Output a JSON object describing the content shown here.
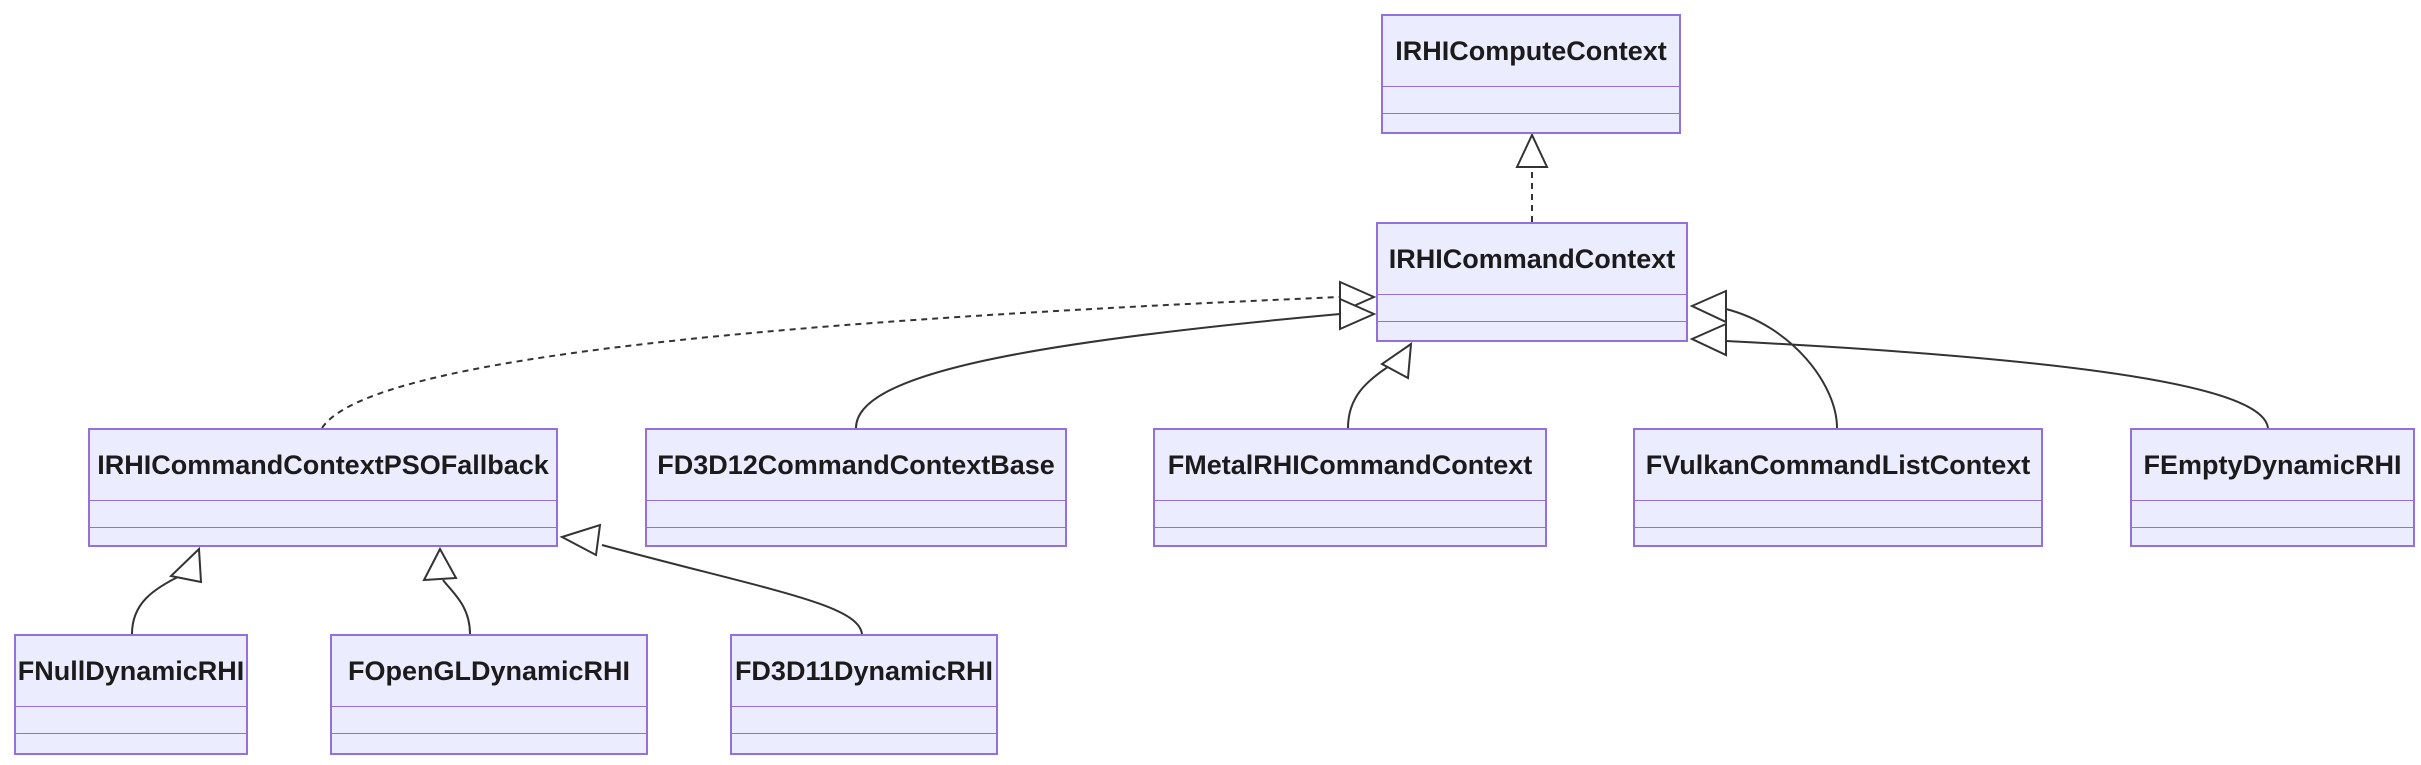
{
  "diagram": {
    "type": "uml-class-diagram",
    "classes": [
      {
        "name": "IRHIComputeContext"
      },
      {
        "name": "IRHICommandContext"
      },
      {
        "name": "IRHICommandContextPSOFallback"
      },
      {
        "name": "FD3D12CommandContextBase"
      },
      {
        "name": "FMetalRHICommandContext"
      },
      {
        "name": "FVulkanCommandListContext"
      },
      {
        "name": "FEmptyDynamicRHI"
      },
      {
        "name": "FNullDynamicRHI"
      },
      {
        "name": "FOpenGLDynamicRHI"
      },
      {
        "name": "FD3D11DynamicRHI"
      }
    ],
    "relationships": [
      {
        "from": "IRHICommandContext",
        "to": "IRHIComputeContext",
        "type": "realization",
        "line": "dashed",
        "arrowhead": "hollow-triangle"
      },
      {
        "from": "IRHICommandContextPSOFallback",
        "to": "IRHICommandContext",
        "type": "realization",
        "line": "dashed",
        "arrowhead": "hollow-triangle"
      },
      {
        "from": "FD3D12CommandContextBase",
        "to": "IRHICommandContext",
        "type": "inheritance",
        "line": "solid",
        "arrowhead": "hollow-triangle"
      },
      {
        "from": "FMetalRHICommandContext",
        "to": "IRHICommandContext",
        "type": "inheritance",
        "line": "solid",
        "arrowhead": "hollow-triangle"
      },
      {
        "from": "FVulkanCommandListContext",
        "to": "IRHICommandContext",
        "type": "inheritance",
        "line": "solid",
        "arrowhead": "hollow-triangle"
      },
      {
        "from": "FEmptyDynamicRHI",
        "to": "IRHICommandContext",
        "type": "inheritance",
        "line": "solid",
        "arrowhead": "hollow-triangle"
      },
      {
        "from": "FNullDynamicRHI",
        "to": "IRHICommandContextPSOFallback",
        "type": "inheritance",
        "line": "solid",
        "arrowhead": "hollow-triangle"
      },
      {
        "from": "FOpenGLDynamicRHI",
        "to": "IRHICommandContextPSOFallback",
        "type": "inheritance",
        "line": "solid",
        "arrowhead": "hollow-triangle"
      },
      {
        "from": "FD3D11DynamicRHI",
        "to": "IRHICommandContextPSOFallback",
        "type": "inheritance",
        "line": "solid",
        "arrowhead": "hollow-triangle"
      }
    ],
    "colors": {
      "box_fill": "#ECECFF",
      "box_border": "#9370DB",
      "edge_line": "#333333",
      "arrowhead_fill": "#FFFFFF",
      "text": "#1B1B1B",
      "background": "#FFFFFF"
    }
  }
}
